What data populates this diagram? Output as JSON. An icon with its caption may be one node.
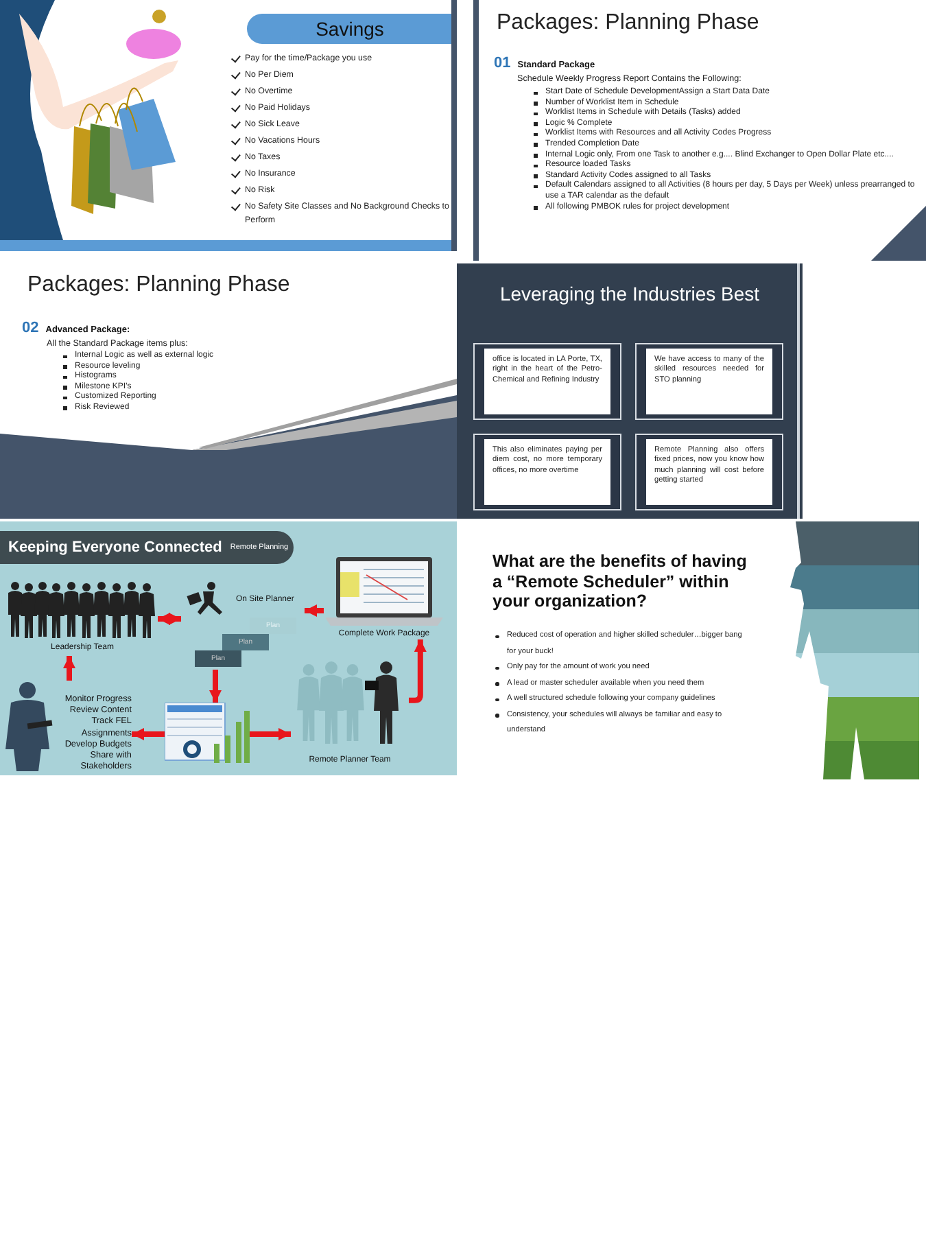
{
  "diagram": {
    "nodes": [
      {
        "text": [
          "Savings",
          "Pay for the time/Package you use",
          "No Per Diem",
          "No Overtime",
          "No Paid Holidays",
          "No Sick Leave",
          "No Vacations Hours",
          "No Taxes",
          "No Insurance",
          "No Risk",
          "No Safety Site Classes and No Background Checks to Perform"
        ]
      },
      {
        "text": [
          "Packages: Planning Phase",
          "01",
          "Standard Package",
          "Schedule Weekly Progress Report Contains the Following:",
          "Start Date of Schedule DevelopmentAssign a Start Data Date",
          "Number of Worklist Item in Schedule",
          "Worklist Items in Schedule with Details (Tasks) added",
          "Logic % Complete",
          "Worklist Items with Resources and all Activity Codes Progress",
          "Trended Completion Date",
          "Internal Logic only, From one Task to another e.g.... Blind Exchanger to Open Dollar Plate etc....",
          "Resource loaded Tasks",
          "Standard Activity Codes assigned to all Tasks",
          "Default Calendars assigned to all Activities (8 hours per day, 5 Days per Week) unless prearranged to use a TAR calendar as the default",
          "All following PMBOK rules for project development"
        ]
      },
      {
        "text": [
          "Packages: Planning Phase",
          "02",
          "Advanced Package:",
          "All the Standard Package items plus:",
          "Internal Logic as well as external logic",
          "Resource leveling",
          "Histograms",
          "Milestone KPI’s",
          "Customized Reporting",
          "Risk Reviewed"
        ]
      },
      {
        "text": [
          "Leveraging the Industries Best"
        ]
      },
      {
        "text": [
          "office is located in LA Porte, TX, right in the heart of the Petro-Chemical and Refining Industry"
        ],
        "in": 3
      },
      {
        "text": [
          "We have access to many of the skilled resources needed for STO planning"
        ],
        "in": 3
      },
      {
        "text": [
          "This also eliminates paying per diem cost, no more temporary offices, no more overtime"
        ],
        "in": 3
      },
      {
        "text": [
          "Remote Planning also offers fixed prices, now you know how much planning will cost before getting started"
        ],
        "in": 3
      },
      {
        "text": [
          "Keeping Everyone Connected",
          "Remote Planning"
        ]
      },
      {
        "text": [
          "Leadership Team"
        ],
        "in": 8
      },
      {
        "text": [
          "On Site Planner"
        ],
        "in": 8
      },
      {
        "text": [
          "Complete Work Package"
        ],
        "in": 8
      },
      {
        "text": [],
        "shape": "picture",
        "in": 8
      },
      {
        "text": [
          "Remote Planner Team"
        ],
        "in": 8
      },
      {
        "text": [
          "Monitor Progress Review Content Track FEL Assignments Develop Budgets Share with Stakeholders"
        ],
        "in": 8
      },
      {
        "text": [
          "What are the benefits of having a “Remote Scheduler” within your organization?",
          "Reduced cost of operation and higher skilled scheduler…bigger bang for your buck!",
          "Only pay for the amount of work you need",
          "A lead or master scheduler available when you need them",
          "A well structured schedule following your company guidelines",
          "Consistency, your schedules will always be familiar and easy to understand"
        ]
      }
    ],
    "edges": [
      {
        "from": 11,
        "to": 10,
        "arrow": "to"
      },
      {
        "from": 9,
        "to": 10,
        "arrow": "both"
      },
      {
        "from": 10,
        "to": 12,
        "arrow": "to"
      },
      {
        "from": 12,
        "to": 14,
        "arrow": "to"
      },
      {
        "from": 14,
        "to": 9,
        "arrow": "to"
      },
      {
        "from": 12,
        "to": 13,
        "arrow": "to"
      },
      {
        "from": 13,
        "to": 11,
        "arrow": "to"
      }
    ],
    "labels": [
      "Plan",
      "Plan",
      "Plan"
    ]
  }
}
